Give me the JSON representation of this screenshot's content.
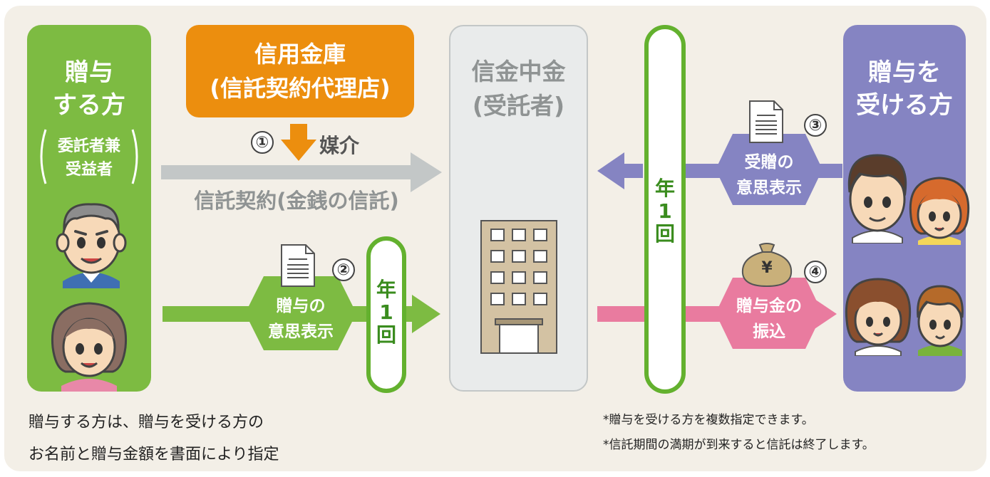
{
  "giver": {
    "title_line1": "贈与",
    "title_line2": "する方",
    "sub_line1": "委託者兼",
    "sub_line2": "受益者"
  },
  "agent": {
    "line1": "信用金庫",
    "line2": "(信託契約代理店)"
  },
  "trustee": {
    "line1": "信金中金",
    "line2": "(受託者)"
  },
  "receiver": {
    "line1": "贈与を",
    "line2": "受ける方"
  },
  "step1": {
    "num": "①",
    "label": "媒介"
  },
  "contract_label": "信託契約(金銭の信託)",
  "step2": {
    "num": "②",
    "line1": "贈与の",
    "line2": "意思表示"
  },
  "step3": {
    "num": "③",
    "line1": "受贈の",
    "line2": "意思表示"
  },
  "step4": {
    "num": "④",
    "line1": "贈与金の",
    "line2": "振込",
    "money_symbol": "¥"
  },
  "once_a_year": {
    "line1": "年",
    "line2": "1",
    "line3": "回"
  },
  "footer_left": {
    "line1": "贈与する方は、贈与を受ける方の",
    "line2": "お名前と贈与金額を書面により指定"
  },
  "footer_right": {
    "line1": "*贈与を受ける方を複数指定できます。",
    "line2": "*信託期間の満期が到来すると信託は終了します。"
  },
  "colors": {
    "giver_green": "#7dbb42",
    "agent_orange": "#ec8e0e",
    "receiver_purple": "#8584c2",
    "arrow_grey": "#c3c7c7",
    "arrow_green": "#7dbb42",
    "arrow_purple": "#8584c2",
    "arrow_pink": "#e97b9f"
  }
}
